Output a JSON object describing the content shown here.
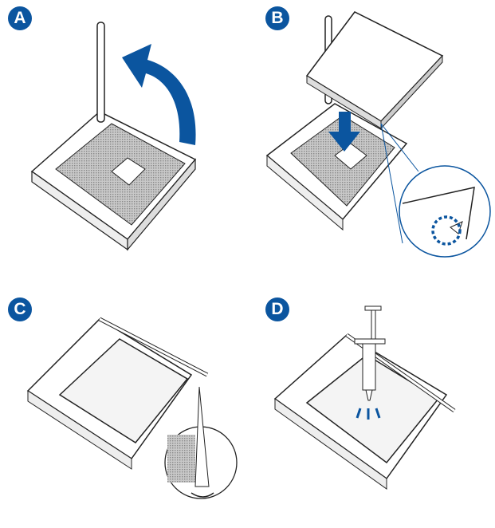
{
  "steps": [
    {
      "label": "A"
    },
    {
      "label": "B"
    },
    {
      "label": "C"
    },
    {
      "label": "D"
    }
  ],
  "colors": {
    "accent": "#0b559f",
    "line": "#222222",
    "pins": "#b8b8b8"
  }
}
